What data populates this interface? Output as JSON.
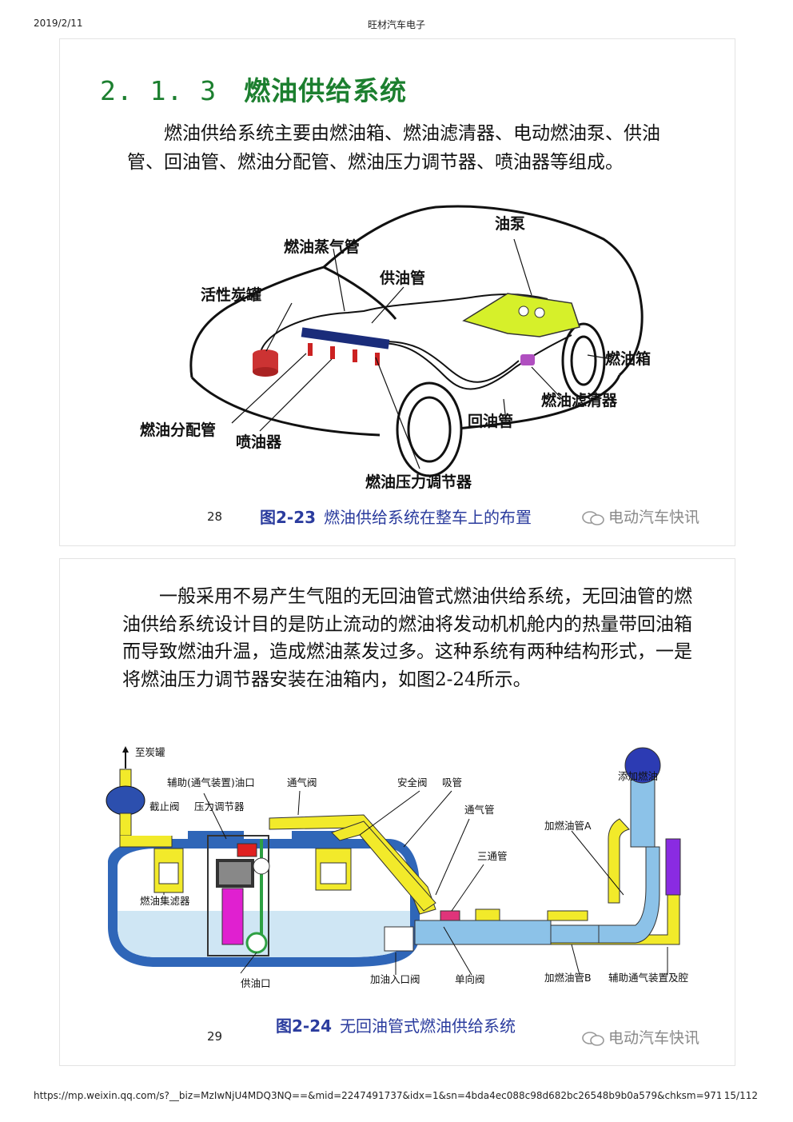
{
  "browser": {
    "date": "2019/2/11",
    "page_title": "旺材汽车电子",
    "url": "https://mp.weixin.qq.com/s?__biz=MzIwNjU4MDQ3NQ==&mid=2247491737&idx=1&sn=4bda4ec088c98d682bc26548b9b0a579&chksm=971...",
    "page_counter": "15/112"
  },
  "slide1": {
    "section_number": "2. 1. 3",
    "section_title": "燃油供给系统",
    "paragraph": "燃油供给系统主要由燃油箱、燃油滤清器、电动燃油泵、供油管、回油管、燃油分配管、燃油压力调节器、喷油器等组成。",
    "labels": {
      "pump": "油泵",
      "vapor_pipe": "燃油蒸气管",
      "supply_pipe": "供油管",
      "canister": "活性炭罐",
      "tank": "燃油箱",
      "filter": "燃油滤清器",
      "return_pipe": "回油管",
      "rail": "燃油分配管",
      "injector": "喷油器",
      "regulator": "燃油压力调节器"
    },
    "page_number": "28",
    "caption_fig": "图2-23",
    "caption_text": "燃油供给系统在整车上的布置",
    "watermark": "电动汽车快讯"
  },
  "slide2": {
    "paragraph": "一般采用不易产生气阻的无回油管式燃油供给系统，无回油管的燃油供给系统设计目的是防止流动的燃油将发动机机舱内的热量带回油箱而导致燃油升温，造成燃油蒸发过多。这种系统有两种结构形式，一是将燃油压力调节器安装在油箱内，如图2-24所示。",
    "labels": {
      "to_canister": "至炭罐",
      "aux_vent_port": "辅助(通气装置)油口",
      "vent_valve": "通气阀",
      "safety_valve": "安全阀",
      "suction_pipe": "吸管",
      "add_fuel": "添加燃油",
      "shutoff_valve": "截止阀",
      "pressure_regulator": "压力调节器",
      "vent_pipe": "通气管",
      "fill_pipe_a": "加燃油管A",
      "tee_pipe": "三通管",
      "fuel_collector_filter": "燃油集滤器",
      "supply_port": "供油口",
      "inlet_valve": "加油入口阀",
      "check_valve": "单向阀",
      "fill_pipe_b": "加燃油管B",
      "aux_vent_chamber": "辅助通气装置及腔"
    },
    "page_number": "29",
    "caption_fig": "图2-24",
    "caption_text": "无回油管式燃油供给系统",
    "watermark": "电动汽车快讯"
  },
  "colors": {
    "title_green": "#1c7f2f",
    "caption_blue": "#2b3c9e",
    "fuel_yellow": "#f2ea2a",
    "tank_blue": "#2f66b8",
    "fuel_liquid": "#cfe6f4",
    "pipe_light_blue": "#8cc2e8",
    "regulator_red": "#e02020",
    "pump_magenta": "#e020d0",
    "chamber_purple": "#8a2be2",
    "car_pump_yellow": "#d6f02a"
  },
  "icons": [
    "wechat-icon",
    "arrow-up-icon"
  ]
}
